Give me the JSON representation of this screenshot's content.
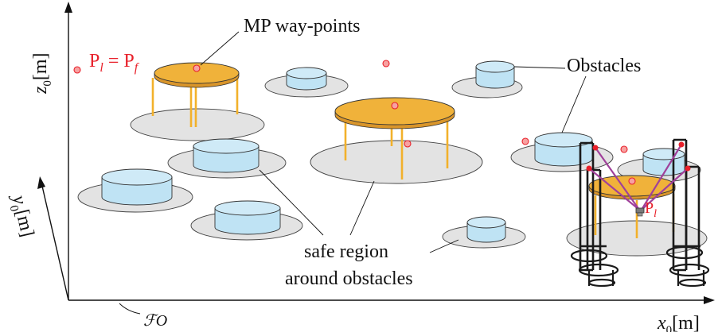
{
  "labels": {
    "mp_waypoints": "MP way-points",
    "obstacles": "Obstacles",
    "safe_region_line1": "safe region",
    "safe_region_line2": "around obstacles",
    "frame": "ℱO"
  },
  "axes": {
    "z_main": "z",
    "z_sub": "0",
    "z_unit": "[m]",
    "y_main": "y",
    "y_sub": "0",
    "y_unit": "[m]",
    "x_main": "x",
    "x_sub": "0",
    "x_unit": "[m]"
  },
  "points": {
    "pl_main": "P",
    "pl_sub": "l",
    "pl_eq": " = ",
    "pf_main": "P",
    "pf_sub": "f"
  },
  "colors": {
    "obstacle_fill": "#bfe3f4",
    "safe_region_fill": "#e3e3e3",
    "platform_fill": "#f0b23a",
    "leg_color": "#f2b12b",
    "waypoint_fill": "#f7a1a1",
    "waypoint_stroke": "#e8202a",
    "cable_color": "#a0409a",
    "robot_frame": "#1a1a1a"
  }
}
